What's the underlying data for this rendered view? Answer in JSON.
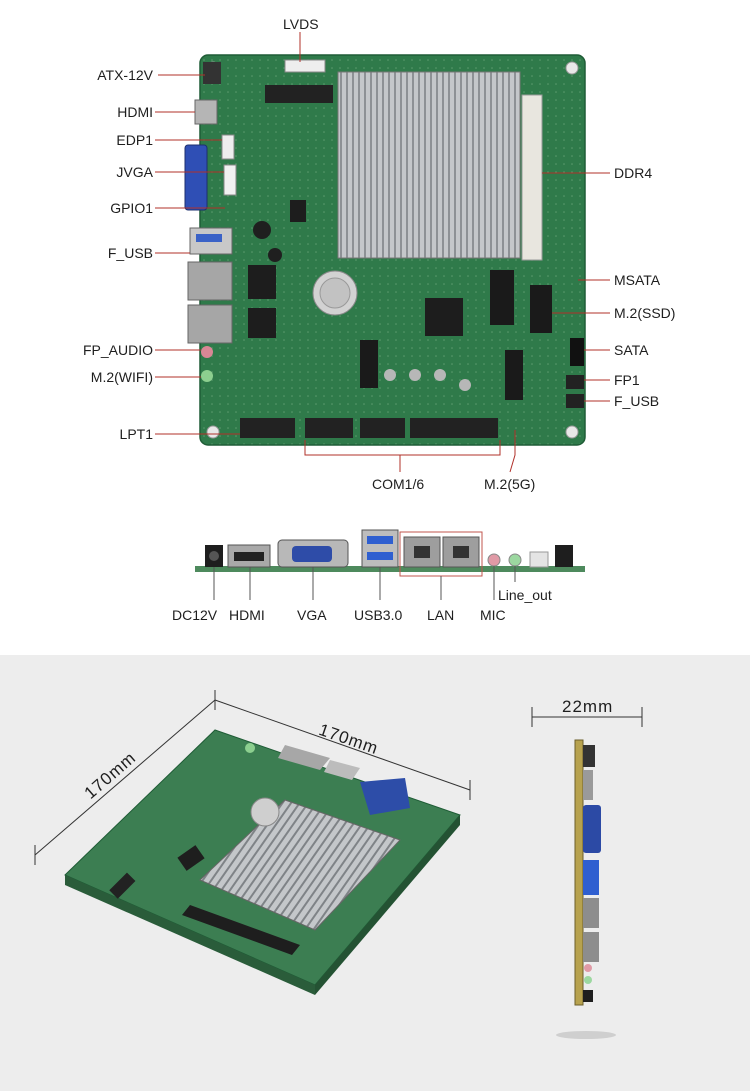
{
  "labels": {
    "lvds": "LVDS",
    "atx12v": "ATX-12V",
    "hdmi": "HDMI",
    "edp1": "EDP1",
    "jvga": "JVGA",
    "gpio1": "GPIO1",
    "f_usb_left": "F_USB",
    "fp_audio": "FP_AUDIO",
    "m2_wifi": "M.2(WIFI)",
    "lpt1": "LPT1",
    "ddr4": "DDR4",
    "msata": "MSATA",
    "m2_ssd": "M.2(SSD)",
    "sata": "SATA",
    "fp1": "FP1",
    "f_usb_right": "F_USB",
    "com": "COM1/6",
    "m2_5g": "M.2(5G)"
  },
  "io": {
    "dc12v": "DC12V",
    "hdmi": "HDMI",
    "vga": "VGA",
    "usb30": "USB3.0",
    "lan": "LAN",
    "mic": "MIC",
    "line_out": "Line_out"
  },
  "dimensions": {
    "width": "170mm",
    "depth": "170mm",
    "height": "22mm"
  },
  "colors": {
    "pcb": "#2f7a4a",
    "heatsink": "#b9bcbf",
    "callout_line": "#b0302a",
    "background_bottom": "#ededed"
  }
}
